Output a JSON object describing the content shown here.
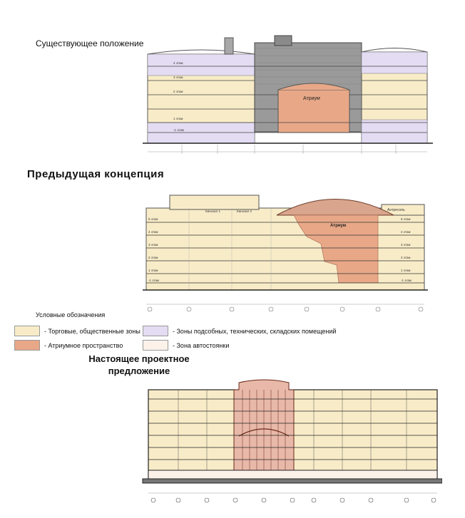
{
  "sections": {
    "existing_title": "Существующее положение",
    "previous_title": "Предыдущая  концепция",
    "current_title_line1": "Настоящее проектное",
    "current_title_line2": "предложение"
  },
  "existing": {
    "atrium_label": "Атриум",
    "floor_labels": [
      "4 этаж",
      "3 этаж",
      "2 этаж",
      "1 этаж",
      "-1 этаж"
    ]
  },
  "previous": {
    "atrium_label": "Атриум",
    "cinema_1": "Кинозал 1",
    "cinema_2": "Кинозал 2",
    "roof_label": "Антресоль",
    "floor_labels_left": [
      "5 этаж",
      "4 этаж",
      "3 этаж",
      "2 этаж",
      "1 этаж",
      "-1 этаж"
    ],
    "floor_labels_right": [
      "5 этаж",
      "4 этаж",
      "3 этаж",
      "2 этаж",
      "1 этаж",
      "-1 этаж"
    ]
  },
  "legend": {
    "heading": "Условные обозначения",
    "items": [
      {
        "label": "- Торговые, общественные зоны",
        "color": "#f8ecc8"
      },
      {
        "label": "- Зоны подсобных, технических, складских помещений",
        "color": "#e4dcf2"
      },
      {
        "label": "- Атриумное пространство",
        "color": "#e8a888"
      },
      {
        "label": "- Зона автостоянки",
        "color": "#fcf2ea"
      }
    ]
  },
  "colors": {
    "retail": "#f8ecc8",
    "technical": "#e4dcf2",
    "atrium": "#e8a888",
    "parking": "#fcf2ea",
    "brick": "#9a9a9a",
    "line": "#333333"
  }
}
